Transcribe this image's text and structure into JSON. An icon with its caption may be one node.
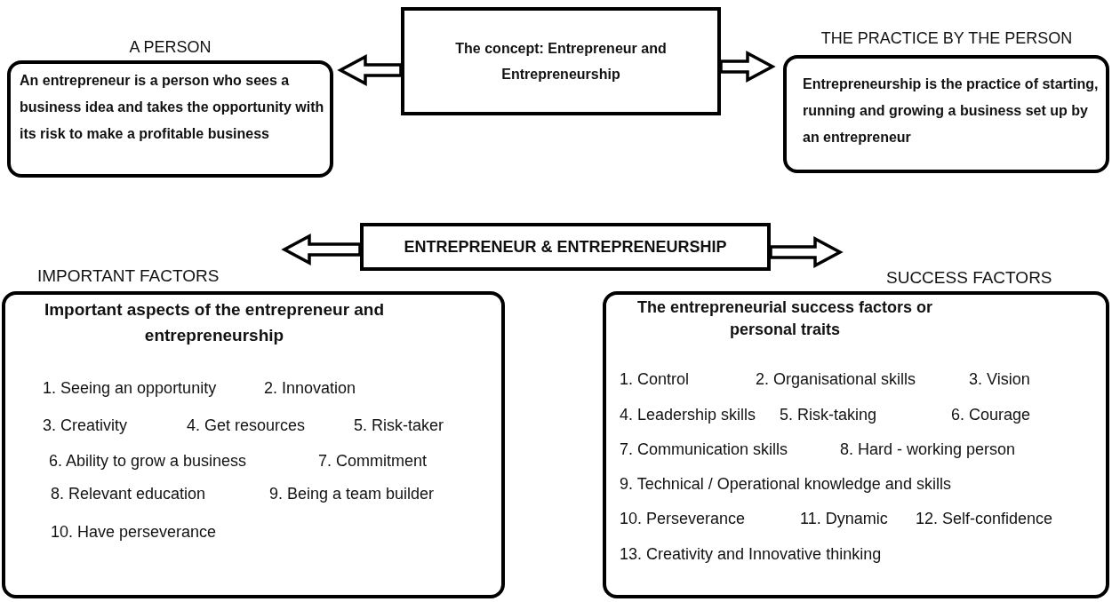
{
  "diagram": {
    "nodes": [
      {
        "text": [
          "The concept: Entrepreneur and Entrepreneurship"
        ]
      },
      {
        "text": [
          "A PERSON",
          "An entrepreneur is a person who sees a business idea and takes the opportunity with its risk to make a profitable business"
        ]
      },
      {
        "text": [
          "THE PRACTICE BY THE PERSON",
          "Entrepreneurship is the practice of starting, running and growing a business set up by an entrepreneur"
        ]
      },
      {
        "text": [
          "ENTREPRENEUR & ENTREPRENEURSHIP"
        ]
      },
      {
        "text": [
          "IMPORTANT FACTORS",
          "Important aspects of the entrepreneur and entrepreneurship",
          "1. Seeing an opportunity",
          "2. Innovation",
          "3. Creativity",
          "4. Get resources",
          "5. Risk-taker",
          "6. Ability to grow a business",
          "7. Commitment",
          "8. Relevant education",
          "9. Being a team builder",
          "10. Have perseverance"
        ]
      },
      {
        "text": [
          "SUCCESS FACTORS",
          "The entrepreneurial success factors or personal traits",
          "1. Control",
          "2. Organisational skills",
          "3. Vision",
          "4. Leadership skills",
          "5. Risk-taking",
          "6. Courage",
          "7. Communication skills",
          "8. Hard - working person",
          "9. Technical / Operational knowledge and skills",
          "10. Perseverance",
          "11. Dynamic",
          "12. Self-confidence",
          "13. Creativity and Innovative thinking"
        ]
      }
    ],
    "edges": [
      {
        "from": 0,
        "to": 1,
        "arrow": "to"
      },
      {
        "from": 0,
        "to": 2,
        "arrow": "to"
      },
      {
        "from": 3,
        "to": 4,
        "arrow": "to"
      },
      {
        "from": 3,
        "to": 5,
        "arrow": "to"
      }
    ]
  }
}
